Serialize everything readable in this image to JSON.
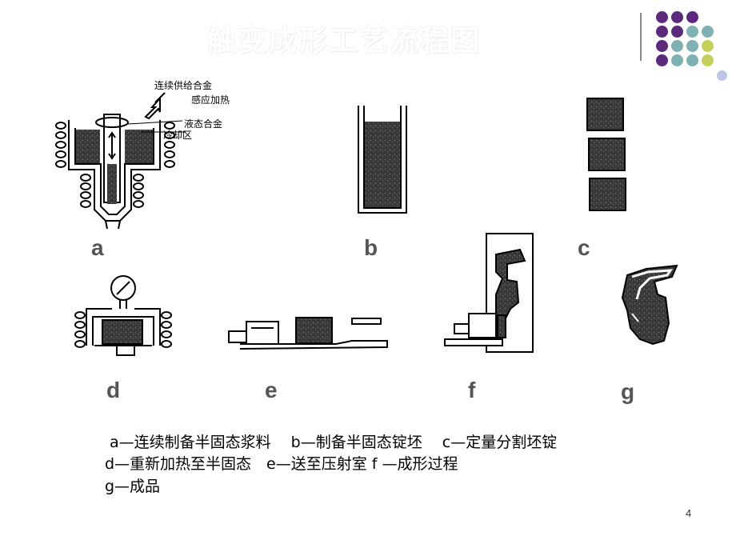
{
  "slide": {
    "title": "触变成形工艺流程图",
    "page_number": "4"
  },
  "decor": {
    "dots_colors": [
      "#5c2a7d",
      "#5c2a7d",
      "#5c2a7d",
      "#5c2a7d",
      "#5c2a7d",
      "#7fb0b2",
      "#5c2a7d",
      "#7fb0b2",
      "#c3d15a",
      "#bfc3e6"
    ]
  },
  "figure_a": {
    "notes": [
      "连续供给合金",
      "感应加热",
      "液态合金",
      "冷却区"
    ]
  },
  "labels": [
    "a",
    "b",
    "c",
    "d",
    "e",
    "f",
    "g"
  ],
  "caption": {
    "line1": "a—连续制备半固态浆料　 b—制备半固态锭坯　 c—定量分割坯锭",
    "line2": "d—重新加热至半固态　e—送至压射室 f —成形过程",
    "line3": "g—成品"
  }
}
